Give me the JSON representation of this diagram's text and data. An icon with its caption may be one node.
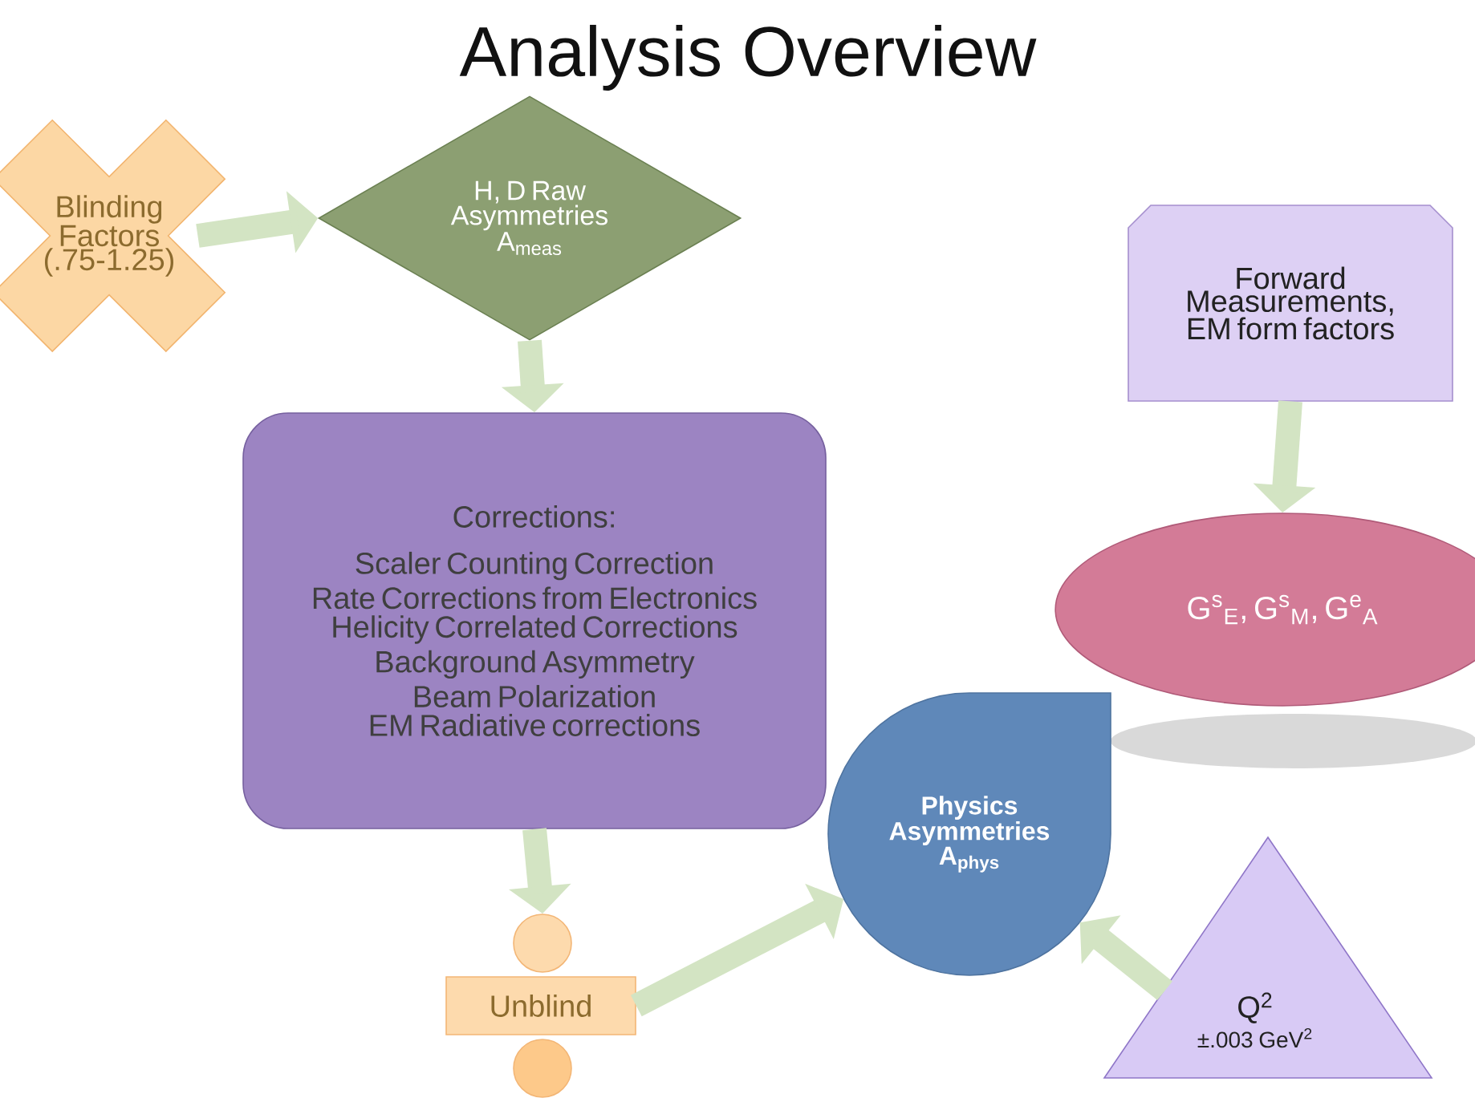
{
  "diagram": {
    "title": "Analysis Overview",
    "nodes": [
      {
        "text": [
          "Blinding Factors (.75-1.25)"
        ]
      },
      {
        "text": [
          "H, D Raw Asymmetries A$_{meas}$"
        ]
      },
      {
        "text": [
          "Corrections:",
          "Scaler Counting Correction",
          "Rate Corrections from Electronics",
          "Helicity Correlated Corrections",
          "Background Asymmetry",
          "Beam Polarization",
          "EM Radiative corrections"
        ]
      },
      {
        "text": [],
        "shape": "circle"
      },
      {
        "text": [
          "Unblind"
        ]
      },
      {
        "text": [],
        "shape": "circle"
      },
      {
        "text": [
          "Physics Asymmetries A$_{phys}$"
        ]
      },
      {
        "text": [
          "Forward Measurements, EM form factors"
        ]
      },
      {
        "text": [
          "G$^{s}$$_{E}$, G$^{s}$$_{M}$, G$^{e}$$_{A}$"
        ]
      },
      {
        "text": [
          "Q$^{2}$",
          "±.003 GeV$^{2}$"
        ]
      }
    ],
    "edges": [
      {
        "from": 0,
        "to": 1,
        "arrow": "to"
      },
      {
        "from": 1,
        "to": 2,
        "arrow": "to"
      },
      {
        "from": 2,
        "to": 3,
        "arrow": "to"
      },
      {
        "from": 4,
        "to": 6,
        "arrow": "to"
      },
      {
        "from": 9,
        "to": 6,
        "arrow": "to"
      },
      {
        "from": 7,
        "to": 8,
        "arrow": "to"
      }
    ]
  }
}
